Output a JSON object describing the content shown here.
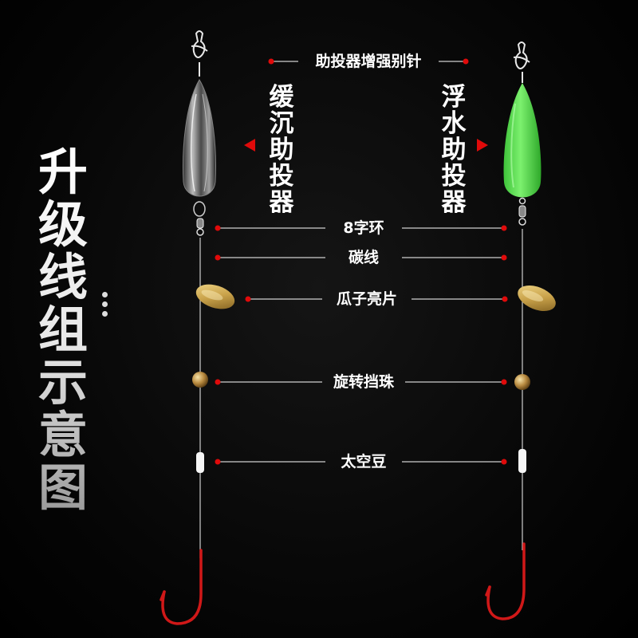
{
  "title": "升级线组示意图",
  "labels": {
    "reinforced_pin": "助投器增强别针",
    "slow_sink": "缓沉助投器",
    "floating": "浮水助投器",
    "figure8_ring": "8字环",
    "carbon_line": "碳线",
    "spinner_blade": "瓜子亮片",
    "rotating_bead": "旋转挡珠",
    "space_bean": "太空豆"
  },
  "colors": {
    "background": "#000000",
    "marker_red": "#e00a0a",
    "float_green": "#52e34a",
    "hook_red": "#d01818",
    "brass": "#c9a24a"
  },
  "icons": [
    "snap-pin-icon",
    "clear-float-icon",
    "green-float-icon",
    "swivel-icon",
    "spinner-blade-icon",
    "bead-icon",
    "space-bean-icon",
    "hook-icon",
    "arrow-left-icon",
    "arrow-right-icon"
  ]
}
